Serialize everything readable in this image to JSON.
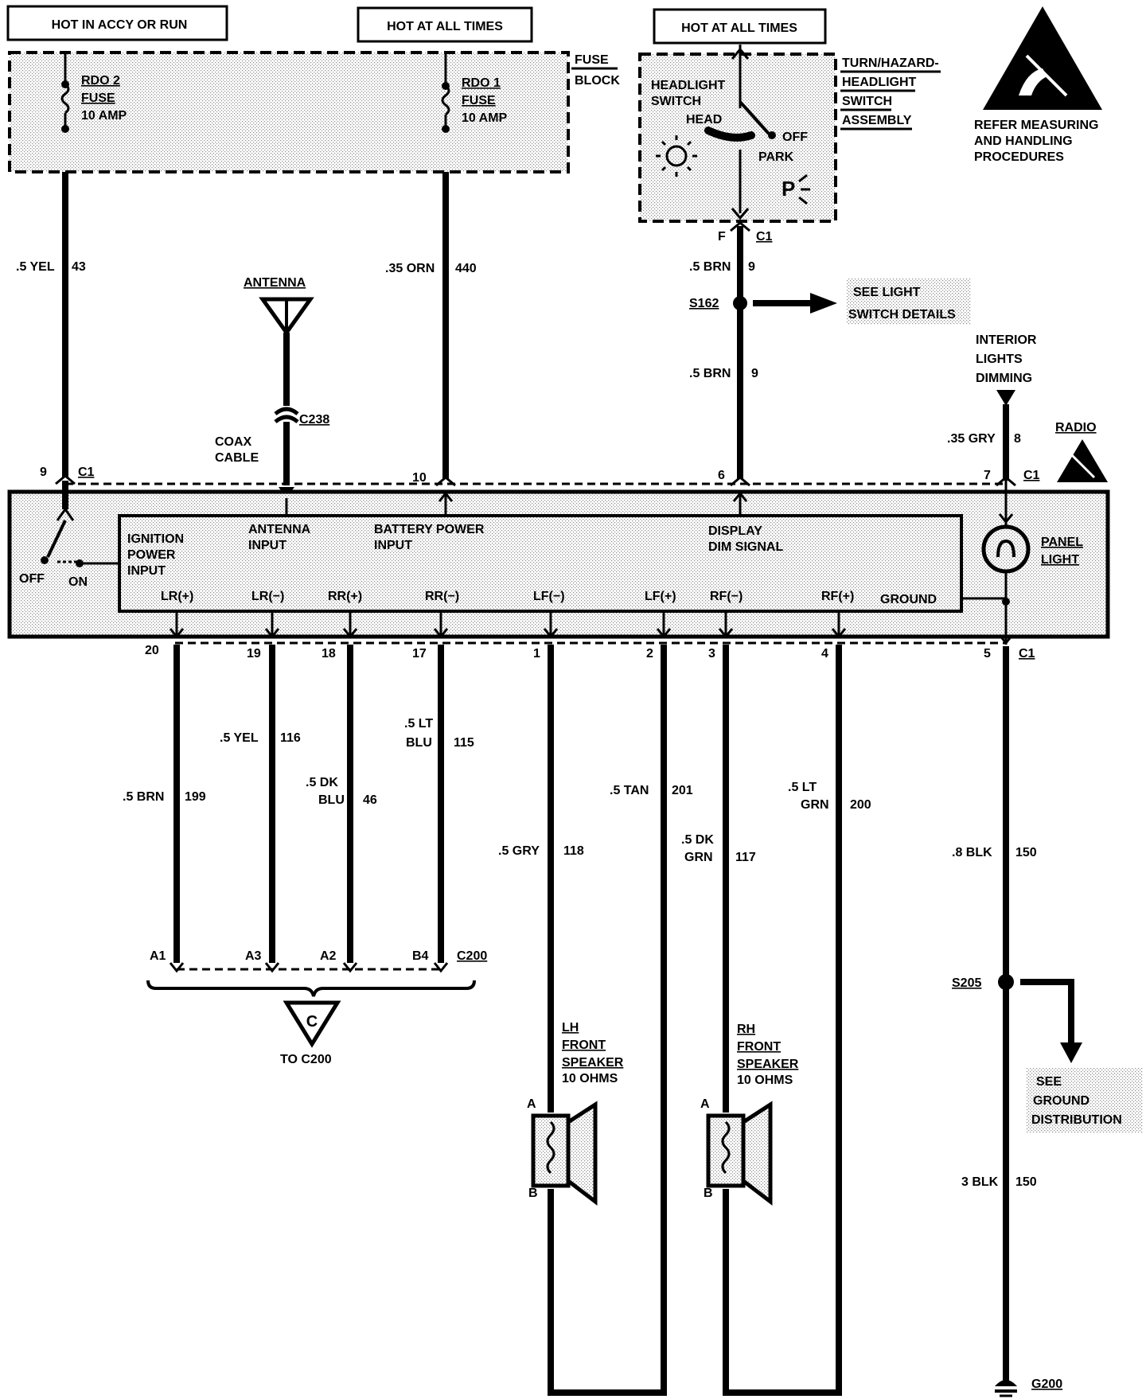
{
  "headers": {
    "hot_accy_run": "HOT IN ACCY OR RUN",
    "hot_all_times_1": "HOT AT ALL TIMES",
    "hot_all_times_2": "HOT AT ALL TIMES"
  },
  "fuse_block": {
    "label_1": "FUSE",
    "label_2": "BLOCK",
    "fuse_rdo2": {
      "name": "RDO 2",
      "type": "FUSE",
      "rating": "10 AMP"
    },
    "fuse_rdo1": {
      "name": "RDO 1",
      "type": "FUSE",
      "rating": "10 AMP"
    }
  },
  "headlight_switch": {
    "assembly_1": "TURN/HAZARD-",
    "assembly_2": "HEADLIGHT",
    "assembly_3": "SWITCH",
    "assembly_4": "ASSEMBLY",
    "switch_1": "HEADLIGHT",
    "switch_2": "SWITCH",
    "head": "HEAD",
    "off": "OFF",
    "park": "PARK",
    "park_symbol": "P"
  },
  "esd_notice": {
    "line1": "REFER MEASURING",
    "line2": "AND HANDLING",
    "line3": "PROCEDURES",
    "icon": "esd-warning-icon"
  },
  "upper_wires": {
    "w43": {
      "gauge": ".5 YEL",
      "circuit": "43",
      "pin": "9",
      "conn": "C1"
    },
    "w440": {
      "gauge": ".35 ORN",
      "circuit": "440",
      "pin": "10"
    },
    "w9a": {
      "pin": "F",
      "conn": "C1",
      "gauge": ".5 BRN",
      "circuit": "9"
    },
    "w9b": {
      "gauge": ".5 BRN",
      "circuit": "9",
      "pin": "6"
    },
    "w8": {
      "gauge": ".35 GRY",
      "circuit": "8",
      "pin": "7",
      "conn": "C1"
    }
  },
  "splice_s162": {
    "name": "S162",
    "see_1": "SEE LIGHT",
    "see_2": "SWITCH DETAILS"
  },
  "interior": {
    "line1": "INTERIOR",
    "line2": "LIGHTS",
    "line3": "DIMMING"
  },
  "antenna": {
    "label": "ANTENNA",
    "connector": "C238",
    "coax_1": "COAX",
    "coax_2": "CABLE"
  },
  "radio": {
    "label": "RADIO",
    "switch_off": "OFF",
    "switch_on": "ON",
    "ignition_1": "IGNITION",
    "ignition_2": "POWER",
    "ignition_3": "INPUT",
    "antenna_1": "ANTENNA",
    "antenna_2": "INPUT",
    "battery_1": "BATTERY POWER",
    "battery_2": "INPUT",
    "display_1": "DISPLAY",
    "display_2": "DIM SIGNAL",
    "panel_1": "PANEL",
    "panel_2": "LIGHT",
    "outputs": [
      "LR(+)",
      "LR(−)",
      "RR(+)",
      "RR(−)",
      "LF(−)",
      "LF(+)",
      "RF(−)",
      "RF(+)"
    ],
    "ground": "GROUND"
  },
  "lower_wires": [
    {
      "pin": "20",
      "gauge": ".5 BRN",
      "circuit": "199",
      "c200_pin": "A1"
    },
    {
      "pin": "19",
      "gauge": ".5 YEL",
      "circuit": "116",
      "c200_pin": "A3"
    },
    {
      "pin": "18",
      "gauge_1": ".5 DK",
      "gauge_2": "BLU",
      "circuit": "46",
      "c200_pin": "A2"
    },
    {
      "pin": "17",
      "gauge_1": ".5 LT",
      "gauge_2": "BLU",
      "circuit": "115",
      "c200_pin": "B4"
    },
    {
      "pin": "1",
      "gauge": ".5 GRY",
      "circuit": "118"
    },
    {
      "pin": "2",
      "gauge": ".5 TAN",
      "circuit": "201"
    },
    {
      "pin": "3",
      "gauge_1": ".5 DK",
      "gauge_2": "GRN",
      "circuit": "117"
    },
    {
      "pin": "4",
      "gauge_1": ".5 LT",
      "gauge_2": "GRN",
      "circuit": "200"
    },
    {
      "pin": "5",
      "conn": "C1",
      "gauge": ".8 BLK",
      "circuit": "150"
    }
  ],
  "c200": {
    "name": "C200",
    "ref": "C",
    "to": "TO C200"
  },
  "lh_speaker": {
    "line1": "LH",
    "line2": "FRONT",
    "line3": "SPEAKER",
    "ohms": "10 OHMS",
    "pin_a": "A",
    "pin_b": "B"
  },
  "rh_speaker": {
    "line1": "RH",
    "line2": "FRONT",
    "line3": "SPEAKER",
    "ohms": "10 OHMS",
    "pin_a": "A",
    "pin_b": "B"
  },
  "ground": {
    "splice": "S205",
    "see_1": "SEE",
    "see_2": "GROUND",
    "see_3": "DISTRIBUTION",
    "gauge": "3 BLK",
    "circuit": "150",
    "ground_name": "G200"
  }
}
